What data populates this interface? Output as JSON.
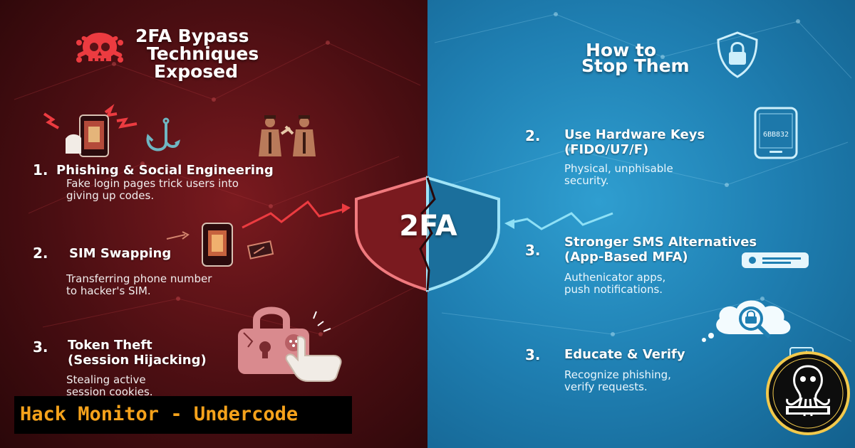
{
  "left": {
    "title_lines": [
      "2FA Bypass",
      "Techniques",
      "Exposed"
    ],
    "steps": [
      {
        "number": "1.",
        "title": "Phishing & Social Engineering",
        "desc_lines": [
          "Fake login pages trick users into",
          "giving up codes."
        ]
      },
      {
        "number": "2.",
        "title": "SIM Swapping",
        "desc_lines": [
          "Transferring phone number",
          "to hacker's SIM."
        ]
      },
      {
        "number": "3.",
        "title_lines": [
          "Token Theft",
          "(Session Hijacking)"
        ],
        "desc_lines": [
          "Stealing active",
          "session cookies."
        ]
      }
    ]
  },
  "right": {
    "title_lines": [
      "How to",
      "Stop Them"
    ],
    "steps": [
      {
        "number": "2.",
        "title_lines": [
          "Use Hardware Keys",
          "(FIDO/U7/F)"
        ],
        "desc_lines": [
          "Physical, unphisable",
          "security."
        ]
      },
      {
        "number": "3.",
        "title_lines": [
          "Stronger SMS Alternatives",
          "(App-Based MFA)"
        ],
        "desc_lines": [
          "Authenicator apps,",
          "push notifications."
        ]
      },
      {
        "number": "3.",
        "title": "Educate & Verify",
        "desc_lines": [
          "Recognize phishing,",
          "verify requests."
        ]
      }
    ],
    "token_code": "6BB832"
  },
  "center": {
    "badge_text": "2FA"
  },
  "footer": {
    "text": "Hack Monitor - Undercode"
  },
  "colors": {
    "left_bg": "#5a1216",
    "right_bg": "#1f7fb2",
    "accent_red": "#e8333a",
    "accent_blue": "#7fd6f2",
    "footer_text": "#f5a21b"
  },
  "icons": [
    "skull-icon",
    "shield-lock-icon",
    "phone-alert-icon",
    "fishing-hook-icon",
    "hackers-icon",
    "sim-phone-icon",
    "broken-padlock-icon",
    "hand-pointer-icon",
    "hardware-key-icon",
    "mfa-card-icon",
    "search-lock-icon",
    "checkbox-icon",
    "undercode-logo-icon",
    "shield-2fa-icon"
  ]
}
